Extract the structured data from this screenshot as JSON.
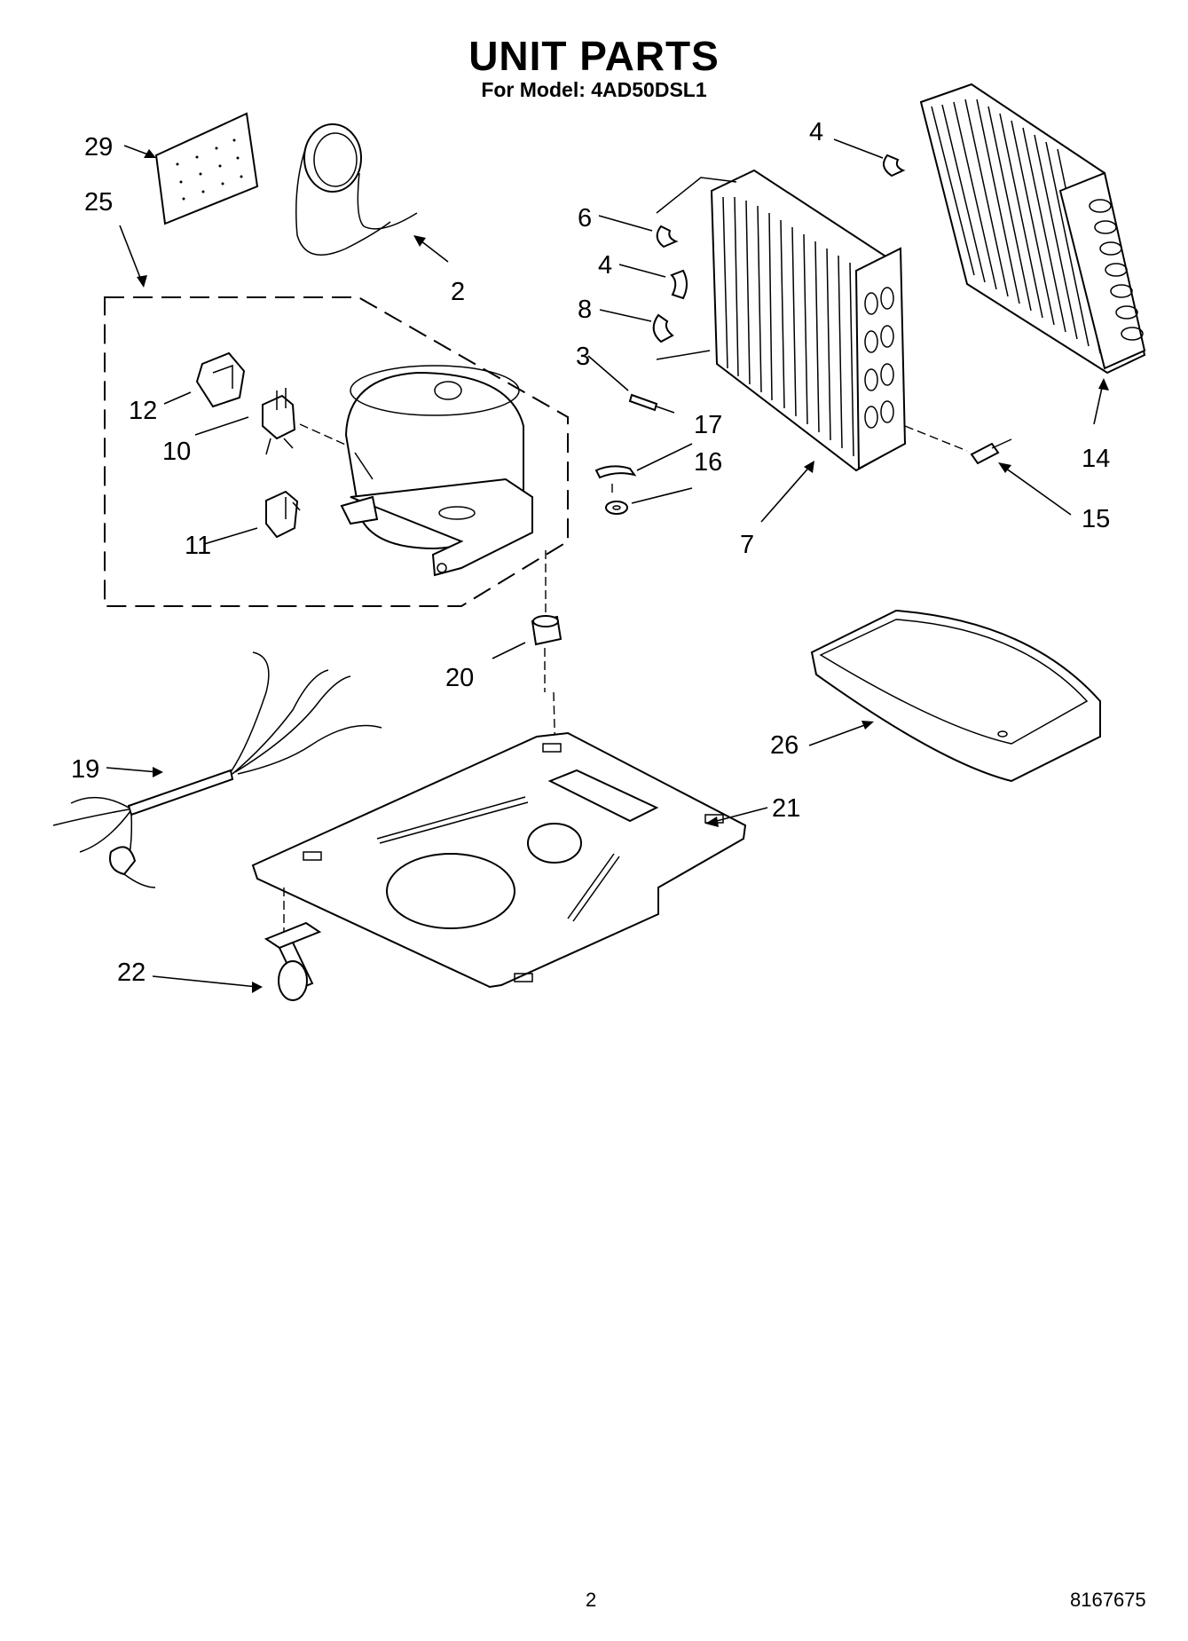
{
  "header": {
    "title": "UNIT PARTS",
    "subtitle": "For Model: 4AD50DSL1"
  },
  "callouts": {
    "c29": "29",
    "c25": "25",
    "c2": "2",
    "c4a": "4",
    "c6": "6",
    "c4b": "4",
    "c8": "8",
    "c3": "3",
    "c17": "17",
    "c16": "16",
    "c14": "14",
    "c15": "15",
    "c7": "7",
    "c12": "12",
    "c10": "10",
    "c11": "11",
    "c20": "20",
    "c26": "26",
    "c19": "19",
    "c21": "21",
    "c22": "22"
  },
  "footer": {
    "page_number": "2",
    "document_number": "8167675"
  }
}
